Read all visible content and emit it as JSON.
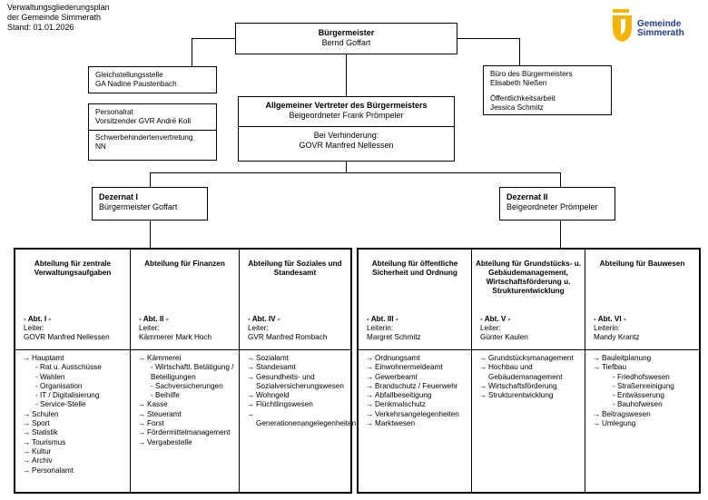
{
  "header": {
    "title": "Verwaltungsgliederungsplan",
    "subtitle": "der Gemeinde Simmerath",
    "date": "Stand: 01.01.2026"
  },
  "logo": {
    "line1": "Gemeinde",
    "line2": "Simmerath",
    "colors": [
      "#f5b400",
      "#1f3c87"
    ]
  },
  "mayor": {
    "role": "Bürgermeister",
    "name": "Bernd Goffart"
  },
  "equality": {
    "line1": "Gleichstellungsstelle",
    "line2": "GA Nadine Paustenbach"
  },
  "staff_council": {
    "line1": "Personalrat",
    "line2": "Vorsitzender GVR André Koll",
    "line3": "Schwerbehindertenvertretung",
    "line4": "NN"
  },
  "office": {
    "line1": "Büro des Bürgermeisters",
    "line2": "Elisabeth Nießen",
    "line3": "Öffentlichkeitsarbeit",
    "line4": "Jessica Schmitz"
  },
  "deputy": {
    "role": "Allgemeiner Vertreter des Bürgermeisters",
    "name": "Beigeordneter Frank Prömpeler",
    "alt_label": "Bei Verhinderung:",
    "alt_name": "GOVR Manfred Nellessen"
  },
  "dezernat1": {
    "title": "Dezernat I",
    "name": "Bürgermeister Goffart"
  },
  "dezernat2": {
    "title": "Dezernat II",
    "name": "Beigeordneter Prömpeler"
  },
  "departments": [
    {
      "title": "Abteilung für zentrale Verwaltungsaufgaben",
      "abt": "- Abt. I -",
      "leader_label": "Leiter:",
      "leader": "GOVR Manfred Nellessen",
      "items": [
        {
          "t": "Hauptamt",
          "l": 0
        },
        {
          "t": "- Rat u. Ausschüsse",
          "l": 1
        },
        {
          "t": "- Wahlen",
          "l": 1
        },
        {
          "t": "- Organisation",
          "l": 1
        },
        {
          "t": "- IT / Digitalisierung",
          "l": 1
        },
        {
          "t": "- Service-Stelle",
          "l": 1
        },
        {
          "t": "Schulen",
          "l": 0
        },
        {
          "t": "Sport",
          "l": 0
        },
        {
          "t": "Statistik",
          "l": 0
        },
        {
          "t": "Tourismus",
          "l": 0
        },
        {
          "t": "Kultur",
          "l": 0
        },
        {
          "t": "Archiv",
          "l": 0
        },
        {
          "t": "Personalamt",
          "l": 0
        }
      ]
    },
    {
      "title": "Abteilung für Finanzen",
      "abt": "- Abt. II -",
      "leader_label": "Leiter:",
      "leader": "Kämmerer Mark Hoch",
      "items": [
        {
          "t": "Kämmerei",
          "l": 0
        },
        {
          "t": "- Wirtschaftl. Betätigung / Beteiligungen",
          "l": 1
        },
        {
          "t": "- Sachversicherungen",
          "l": 1
        },
        {
          "t": "- Beihilfe",
          "l": 1
        },
        {
          "t": "Kasse",
          "l": 0
        },
        {
          "t": "Steueramt",
          "l": 0
        },
        {
          "t": "Forst",
          "l": 0
        },
        {
          "t": "Fördermittelmanagement",
          "l": 0
        },
        {
          "t": "Vergabestelle",
          "l": 0
        }
      ]
    },
    {
      "title": "Abteilung für Soziales und Standesamt",
      "abt": "- Abt. IV -",
      "leader_label": "Leiter:",
      "leader": "GVR Manfred Rombach",
      "items": [
        {
          "t": "Sozialamt",
          "l": 0
        },
        {
          "t": "Standesamt",
          "l": 0
        },
        {
          "t": "Gesundheits- und Sozialversicherungswesen",
          "l": 0
        },
        {
          "t": "Wohngeld",
          "l": 0
        },
        {
          "t": "Flüchtlingswesen",
          "l": 0
        },
        {
          "t": "Generationenangelegenheiten",
          "l": 0
        }
      ]
    },
    {
      "title": "Abteilung für öffentliche Sicherheit und Ordnung",
      "abt": "- Abt. III -",
      "leader_label": "Leiterin:",
      "leader": "Margret Schmitz",
      "items": [
        {
          "t": "Ordnungsamt",
          "l": 0
        },
        {
          "t": "Einwohnermeldeamt",
          "l": 0
        },
        {
          "t": "Gewerbeamt",
          "l": 0
        },
        {
          "t": "Brandschutz / Feuerwehr",
          "l": 0
        },
        {
          "t": "Abfallbeseitigung",
          "l": 0
        },
        {
          "t": "Denkmalschutz",
          "l": 0
        },
        {
          "t": "Verkehrsangelegenheiten",
          "l": 0
        },
        {
          "t": "Marktwesen",
          "l": 0
        }
      ]
    },
    {
      "title": "Abteilung für Grundstücks- u. Gebäudemanagement, Wirtschaftsförderung u. Strukturentwicklung",
      "abt": "- Abt. V -",
      "leader_label": "Leiter:",
      "leader": "Günter Kaulen",
      "items": [
        {
          "t": "Grundstücksmanagement",
          "l": 0
        },
        {
          "t": "Hochbau und Gebäudemanagement",
          "l": 0
        },
        {
          "t": "Wirtschaftsförderung",
          "l": 0
        },
        {
          "t": "Strukturentwicklung",
          "l": 0
        }
      ]
    },
    {
      "title": "Abteilung für Bauwesen",
      "abt": "- Abt. VI -",
      "leader_label": "Leiterin:",
      "leader": "Mandy Krantz",
      "items": [
        {
          "t": "Bauleitplanung",
          "l": 0
        },
        {
          "t": "Tiefbau",
          "l": 0
        },
        {
          "t": "- Friedhofswesen",
          "l": 2
        },
        {
          "t": "- Straßenreinigung",
          "l": 2
        },
        {
          "t": "- Entwässerung",
          "l": 2
        },
        {
          "t": "- Bauhofwesen",
          "l": 2
        },
        {
          "t": "Beitragswesen",
          "l": 0
        },
        {
          "t": "Umlegung",
          "l": 0
        }
      ]
    }
  ]
}
